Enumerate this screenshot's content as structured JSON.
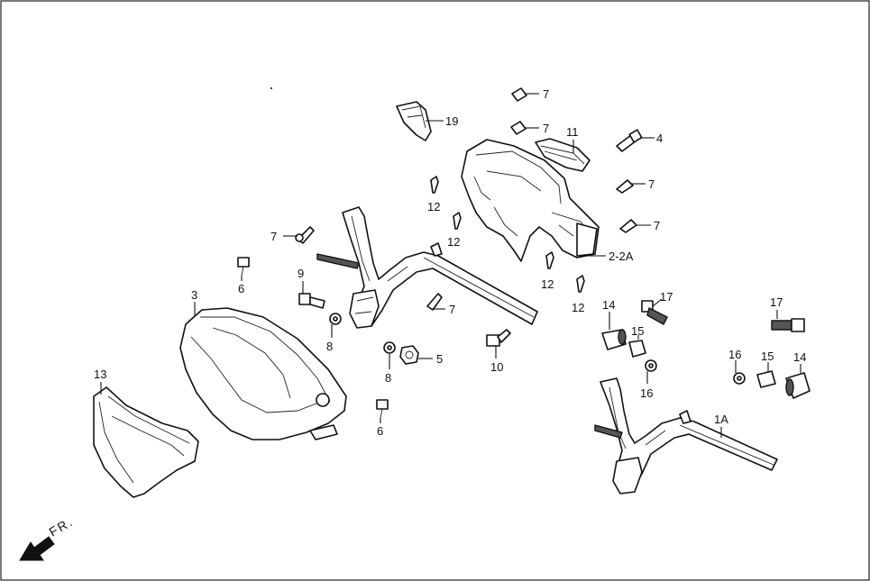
{
  "callouts": {
    "c19": "19",
    "c7a": "7",
    "c7b": "7",
    "c11": "11",
    "c4": "4",
    "c7c": "7",
    "c7d": "7",
    "c12a": "12",
    "c12b": "12",
    "c7e": "7",
    "c22a": "2-2A",
    "c12c": "12",
    "c12d": "12",
    "c6a": "6",
    "c9": "9",
    "c3": "3",
    "c8a": "8",
    "c7f": "7",
    "c14a": "14",
    "c17a": "17",
    "c15a": "15",
    "c17b": "17",
    "c10": "10",
    "c5": "5",
    "c8b": "8",
    "c16a": "16",
    "c16b": "16",
    "c15b": "15",
    "c14b": "14",
    "c13": "13",
    "c6b": "6",
    "c1a": "1A"
  },
  "direction": {
    "label": "FR."
  },
  "colors": {
    "line": "#111111",
    "background": "#ffffff"
  }
}
